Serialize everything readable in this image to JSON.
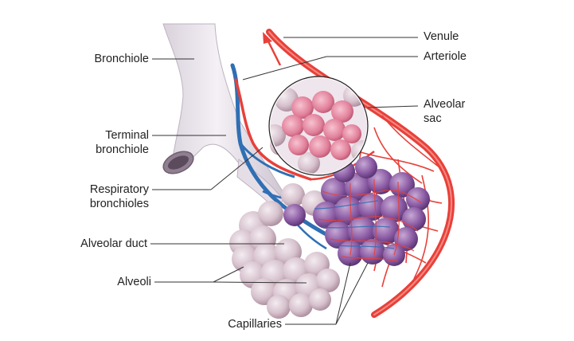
{
  "labels": {
    "venule": "Venule",
    "arteriole": "Arteriole",
    "alveolar_sac": "Alveolar\nsac",
    "bronchiole": "Bronchiole",
    "terminal_bronchiole": "Terminal\nbronchiole",
    "respiratory_bronchioles": "Respiratory\nbronchioles",
    "alveolar_duct": "Alveolar duct",
    "alveoli": "Alveoli",
    "capillaries": "Capillaries"
  },
  "colors": {
    "artery": "#e8403a",
    "vein": "#2f6fb4",
    "airway": "#e9e2ea",
    "alveolus": "#d9c4cf",
    "sac_interior": "#e98aa3",
    "leader": "#333333"
  }
}
